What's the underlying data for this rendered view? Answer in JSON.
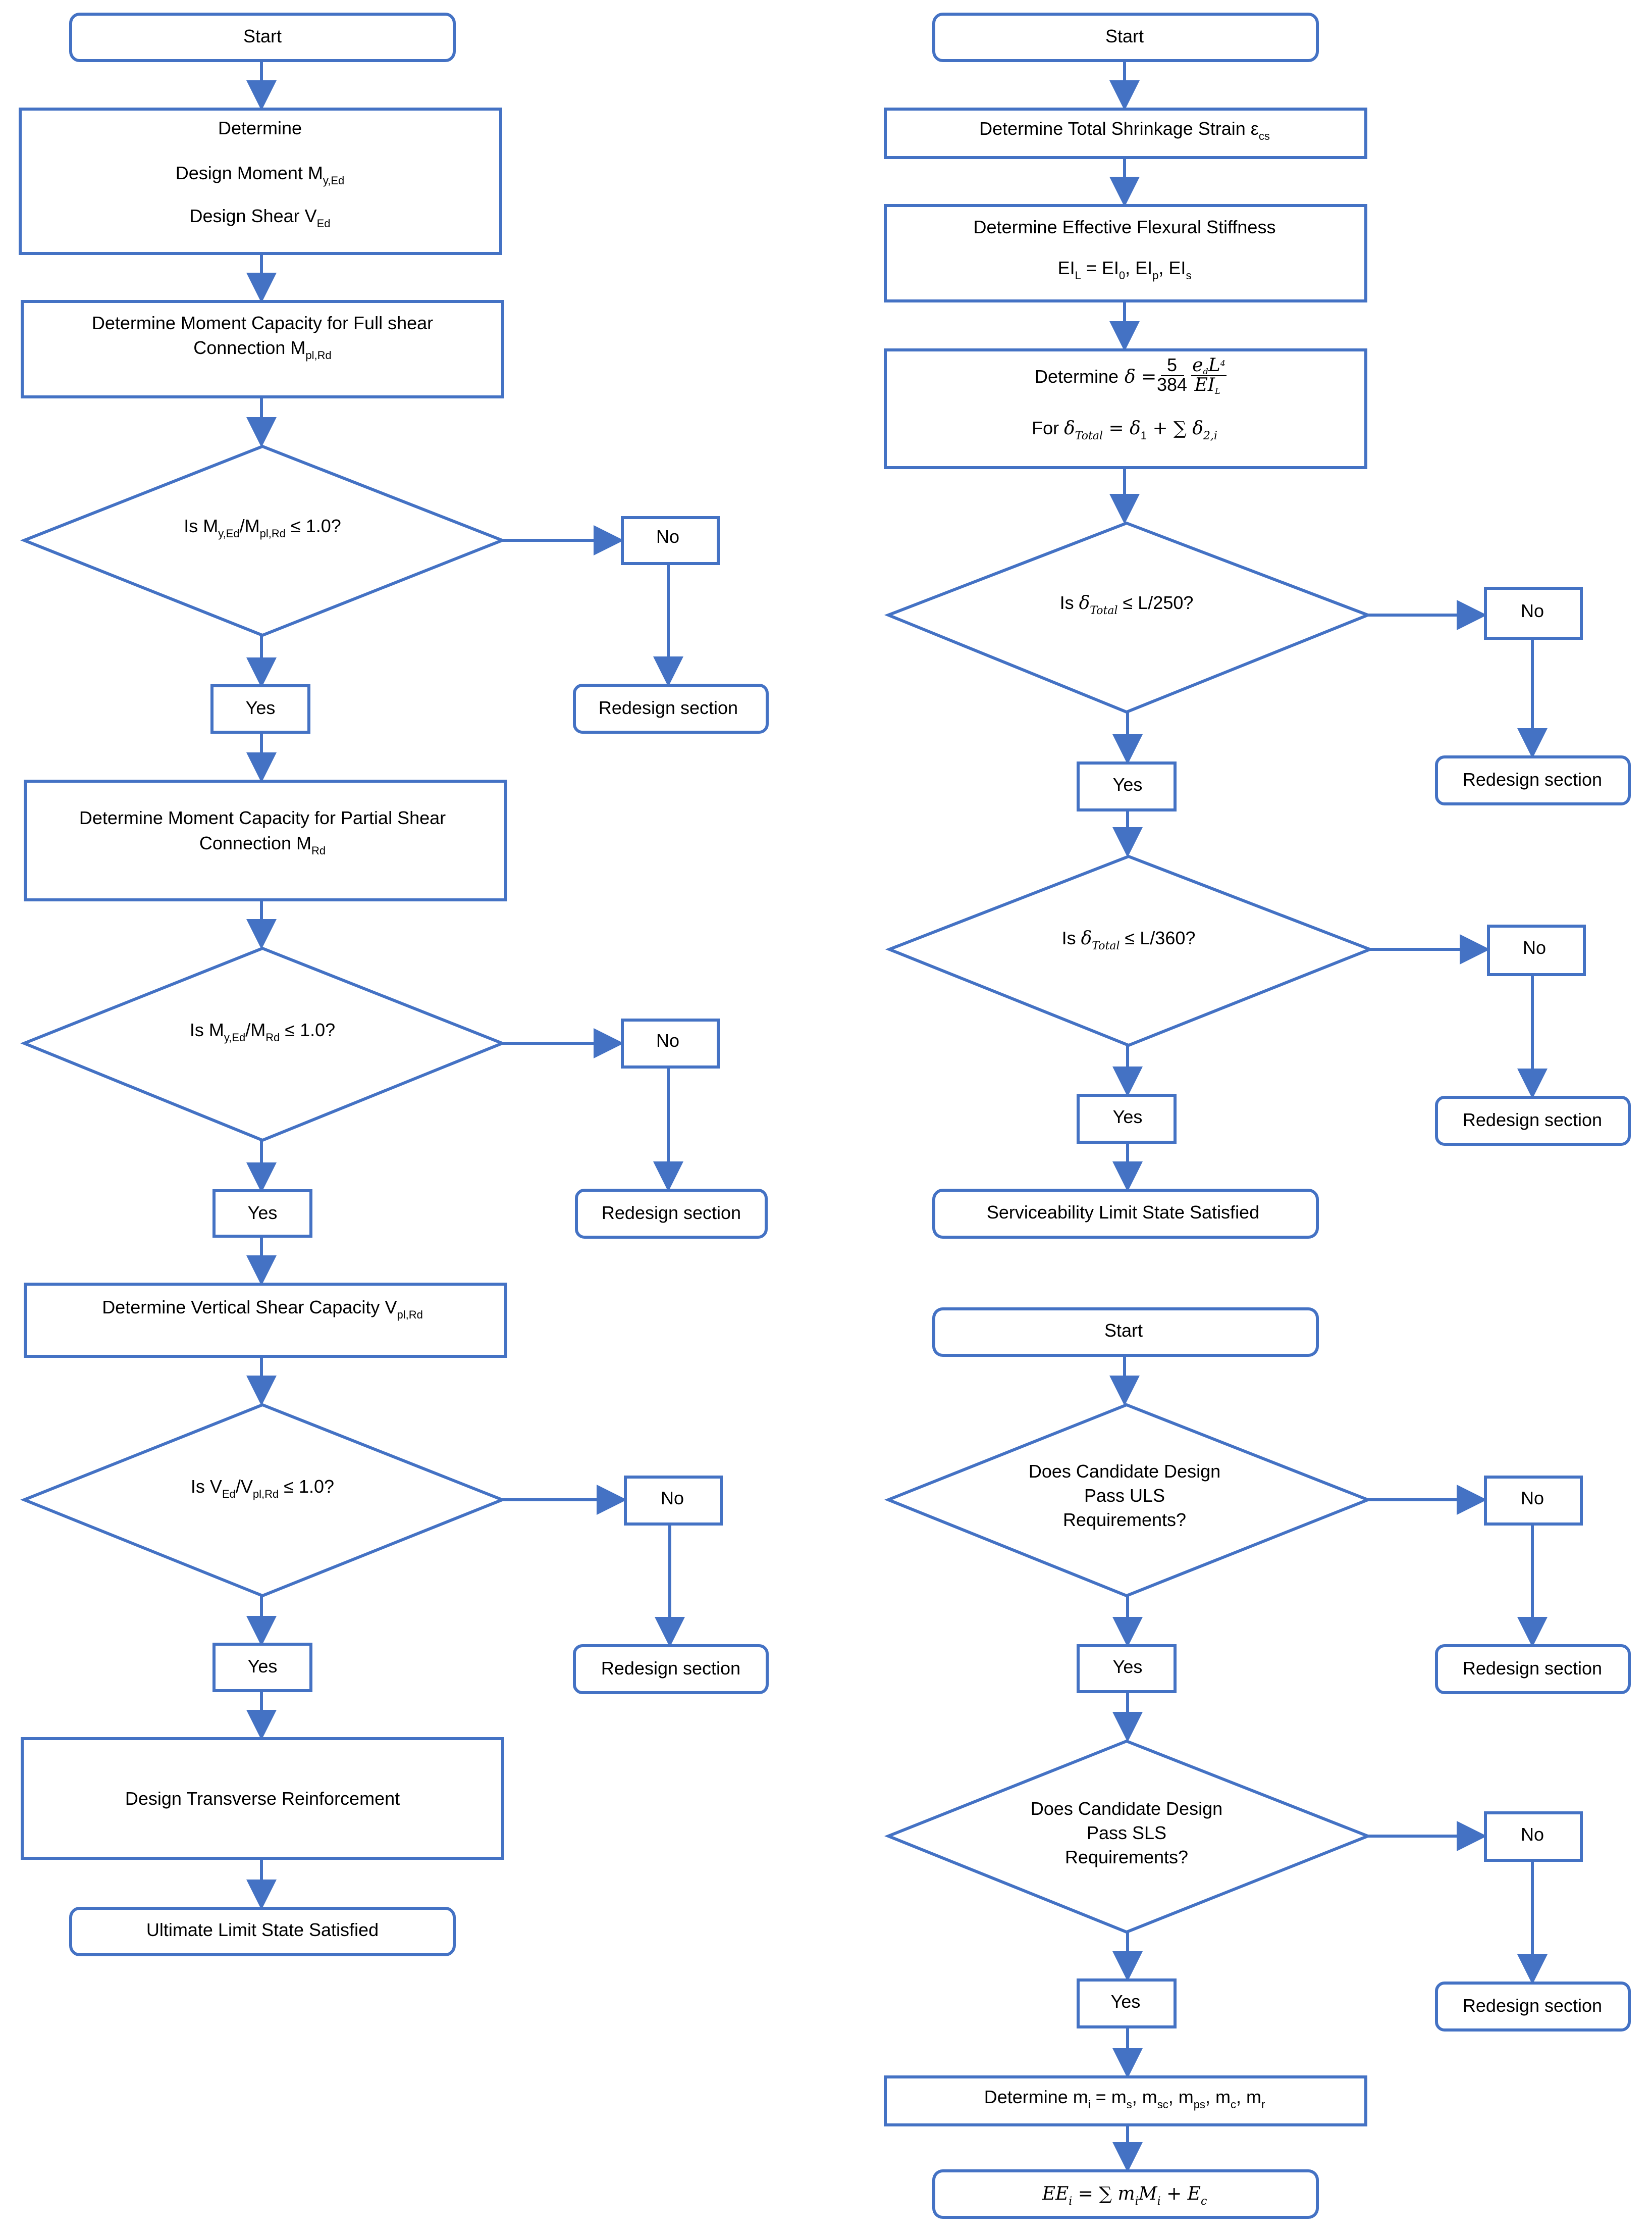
{
  "colors": {
    "stroke": "#4472C4",
    "text": "#000000",
    "background": "#FFFFFF"
  },
  "common": {
    "start": "Start",
    "yes": "Yes",
    "no": "No",
    "redesign": "Redesign section"
  },
  "uls": {
    "determine": "Determine",
    "design_moment": "Design Moment M",
    "design_moment_sub": "y,Ed",
    "design_shear": "Design Shear V",
    "design_shear_sub": "Ed",
    "full_shear_line1": "Determine Moment Capacity for Full shear",
    "full_shear_line2": "Connection M",
    "full_shear_sub": "pl,Rd",
    "check1_a": "Is M",
    "check1_sub1": "y,Ed",
    "check1_b": "/M",
    "check1_sub2": "pl,Rd",
    "check1_c": " ≤ 1.0?",
    "partial_line1": "Determine Moment Capacity for Partial Shear",
    "partial_line2": "Connection M",
    "partial_sub": "Rd",
    "check2_a": "Is M",
    "check2_sub1": "y,Ed",
    "check2_b": "/M",
    "check2_sub2": "Rd",
    "check2_c": " ≤ 1.0?",
    "vshear": "Determine Vertical Shear Capacity V",
    "vshear_sub": "pl,Rd",
    "check3_a": "Is V",
    "check3_sub1": "Ed",
    "check3_b": "/V",
    "check3_sub2": "pl,Rd",
    "check3_c": " ≤ 1.0?",
    "transverse": "Design Transverse Reinforcement",
    "end": "Ultimate Limit State Satisfied"
  },
  "sls": {
    "shrinkage": "Determine Total Shrinkage Strain ε",
    "shrinkage_sub": "cs",
    "stiffness_title": "Determine Effective Flexural Stiffness",
    "stiffness_ei_a": "EI",
    "stiffness_ei_sub1": "L",
    "stiffness_ei_b": " = EI",
    "stiffness_ei_sub2": "0",
    "stiffness_ei_c": ", EI",
    "stiffness_ei_sub3": "p",
    "stiffness_ei_d": ", EI",
    "stiffness_ei_sub4": "s",
    "deflection_determine": "Determine ",
    "deflection_eq": "δ = ",
    "frac_num_coeff": "5",
    "frac_den_coeff": "384",
    "frac_num": "e",
    "frac_num_sub": "d",
    "frac_num_b": "L",
    "frac_num_sup": "4",
    "frac_den": "EI",
    "frac_den_sub": "L",
    "for_a": "For ",
    "for_delta": "δ",
    "for_total_sub": "Total",
    "for_eq": " = δ",
    "for_sub1": "1",
    "for_plus": " + ∑ δ",
    "for_sub2": "2,i",
    "check1_a": "Is ",
    "check1_delta": "δ",
    "check1_sub": "Total",
    "check1_b": " ≤ L/250?",
    "check2_a": "Is ",
    "check2_delta": "δ",
    "check2_sub": "Total",
    "check2_b": " ≤ L/360?",
    "end": "Serviceability Limit State Satisfied"
  },
  "env": {
    "uls_line1": "Does Candidate Design",
    "uls_line2": "Pass ULS",
    "uls_line3": "Requirements?",
    "sls_line1": "Does Candidate Design",
    "sls_line2": "Pass SLS",
    "sls_line3": "Requirements?",
    "mass_a": "Determine m",
    "mass_sub1": "i",
    "mass_b": " = m",
    "mass_sub2": "s",
    "mass_c": ", m",
    "mass_sub3": "sc",
    "mass_d": ", m",
    "mass_sub4": "ps",
    "mass_e": ", m",
    "mass_sub5": "c",
    "mass_f": ", m",
    "mass_sub6": "r",
    "ee_a": "EE",
    "ee_sub1": "i",
    "ee_b": " = ∑ m",
    "ee_sub2": "i",
    "ee_c": "M",
    "ee_sub3": "i",
    "ee_d": " + E",
    "ee_sub4": "c"
  }
}
